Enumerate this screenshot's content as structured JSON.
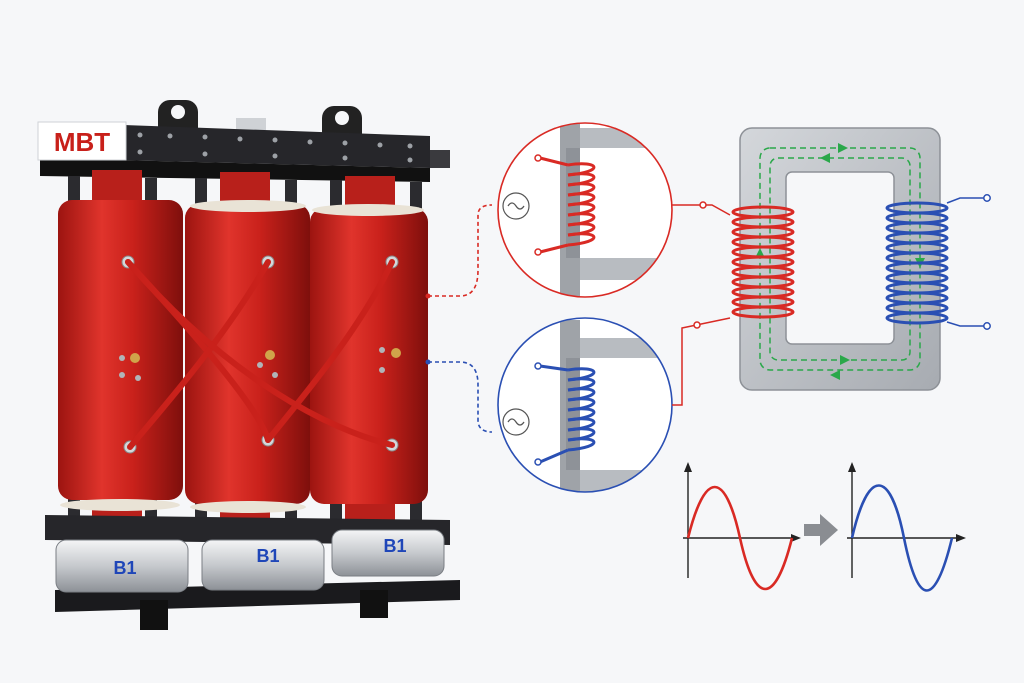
{
  "transformer": {
    "brand": "MBT",
    "base_labels": [
      "B1",
      "B1",
      "B1"
    ]
  },
  "colors": {
    "primary": "#d92a24",
    "secondary": "#2a4fb3",
    "flux": "#2aa84a",
    "core": "#b8bcc2",
    "frame": "#1c1c1e",
    "arrow": "#8a8d92"
  },
  "icons": {
    "primary_source": "ac-source-icon",
    "secondary_source": "ac-source-icon",
    "between_waves": "arrow-right-icon"
  },
  "waveforms": {
    "input": {
      "type": "sine",
      "color": "#d92a24"
    },
    "output": {
      "type": "sine",
      "color": "#2a4fb3"
    }
  }
}
